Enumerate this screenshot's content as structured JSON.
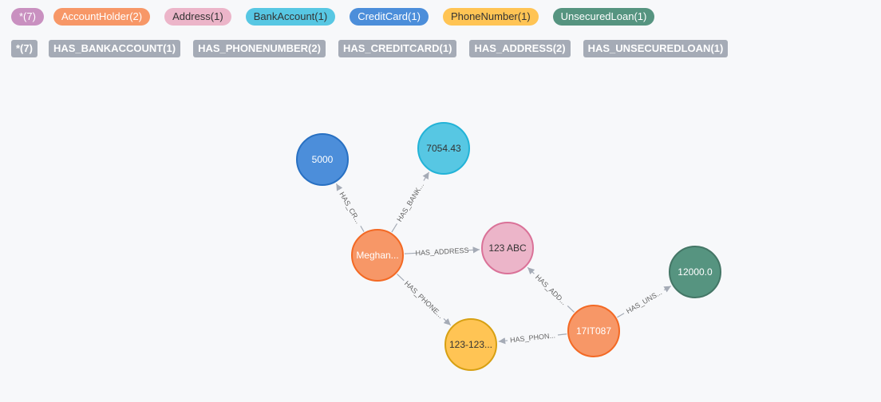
{
  "node_labels": [
    {
      "text": "*(7)",
      "bg": "#c990c0",
      "fg": "#ffffff"
    },
    {
      "text": "AccountHolder(2)",
      "bg": "#f79767",
      "fg": "#ffffff"
    },
    {
      "text": "Address(1)",
      "bg": "#ecb5c9",
      "fg": "#333333"
    },
    {
      "text": "BankAccount(1)",
      "bg": "#57c7e3",
      "fg": "#333333"
    },
    {
      "text": "CreditCard(1)",
      "bg": "#4c8eda",
      "fg": "#ffffff"
    },
    {
      "text": "PhoneNumber(1)",
      "bg": "#ffc454",
      "fg": "#333333"
    },
    {
      "text": "UnsecuredLoan(1)",
      "bg": "#569480",
      "fg": "#ffffff"
    }
  ],
  "relationship_types": [
    {
      "text": "*(7)"
    },
    {
      "text": "HAS_BANKACCOUNT(1)"
    },
    {
      "text": "HAS_PHONENUMBER(2)"
    },
    {
      "text": "HAS_CREDITCARD(1)"
    },
    {
      "text": "HAS_ADDRESS(2)"
    },
    {
      "text": "HAS_UNSECUREDLOAN(1)"
    }
  ],
  "graph": {
    "nodes": [
      {
        "id": "cc",
        "label": "5000",
        "fill": "#4c8eda",
        "stroke": "#2870c2",
        "text": "light"
      },
      {
        "id": "ba",
        "label": "7054.43",
        "fill": "#57c7e3",
        "stroke": "#23b3d7",
        "text": "dark"
      },
      {
        "id": "meg",
        "label": "Meghan...",
        "fill": "#f79767",
        "stroke": "#f36924",
        "text": "light"
      },
      {
        "id": "addr",
        "label": "123 ABC",
        "fill": "#ecb5c9",
        "stroke": "#da7298",
        "text": "dark"
      },
      {
        "id": "loan",
        "label": "12000.0",
        "fill": "#569480",
        "stroke": "#447666",
        "text": "light"
      },
      {
        "id": "phone",
        "label": "123-123...",
        "fill": "#ffc454",
        "stroke": "#d7a013",
        "text": "dark"
      },
      {
        "id": "acc2",
        "label": "17IT087",
        "fill": "#f79767",
        "stroke": "#f36924",
        "text": "light"
      }
    ],
    "edges": [
      {
        "from": "meg",
        "to": "cc",
        "label": "HAS_CR..."
      },
      {
        "from": "meg",
        "to": "ba",
        "label": "HAS_BANK..."
      },
      {
        "from": "meg",
        "to": "addr",
        "label": "HAS_ADDRESS"
      },
      {
        "from": "meg",
        "to": "phone",
        "label": "HAS_PHONE..."
      },
      {
        "from": "acc2",
        "to": "addr",
        "label": "HAS_ADD..."
      },
      {
        "from": "acc2",
        "to": "phone",
        "label": "HAS_PHON..."
      },
      {
        "from": "acc2",
        "to": "loan",
        "label": "HAS_UNS..."
      }
    ]
  }
}
